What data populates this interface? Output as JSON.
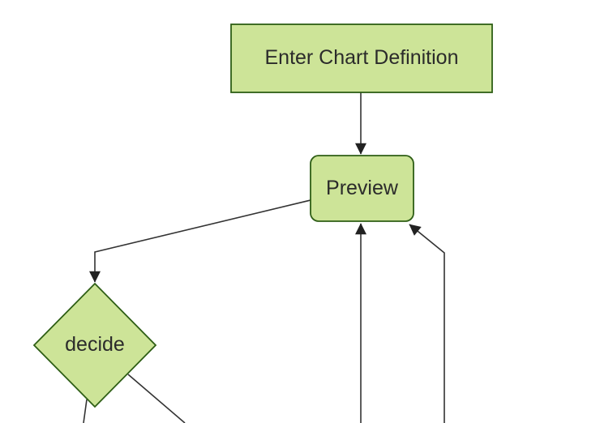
{
  "app": {
    "type": "flowchart-diagram",
    "background": "#ffffff"
  },
  "theme": {
    "node_fill": "#cde498",
    "node_border": "#2e5e15",
    "edge_color": "#333333",
    "arrowhead_color": "#222222",
    "text_color": "#2b2b2b"
  },
  "nodes": [
    {
      "id": "enter-chart-definition",
      "label": "Enter Chart Definition",
      "shape": "rectangle"
    },
    {
      "id": "preview",
      "label": "Preview",
      "shape": "rounded-rectangle"
    },
    {
      "id": "decide",
      "label": "decide",
      "shape": "diamond"
    }
  ],
  "edges": [
    {
      "from": "Enter Chart Definition",
      "to": "Preview",
      "arrowhead": true
    },
    {
      "from": "Preview",
      "to": "decide",
      "arrowhead": true
    },
    {
      "from": "offscreen (bottom center)",
      "to": "Preview",
      "arrowhead": true
    },
    {
      "from": "offscreen (bottom right)",
      "to": "Preview",
      "arrowhead": true
    },
    {
      "from": "decide",
      "to": "offscreen (bottom left)",
      "arrowhead": false
    },
    {
      "from": "decide",
      "to": "offscreen (bottom right)",
      "arrowhead": false
    }
  ]
}
